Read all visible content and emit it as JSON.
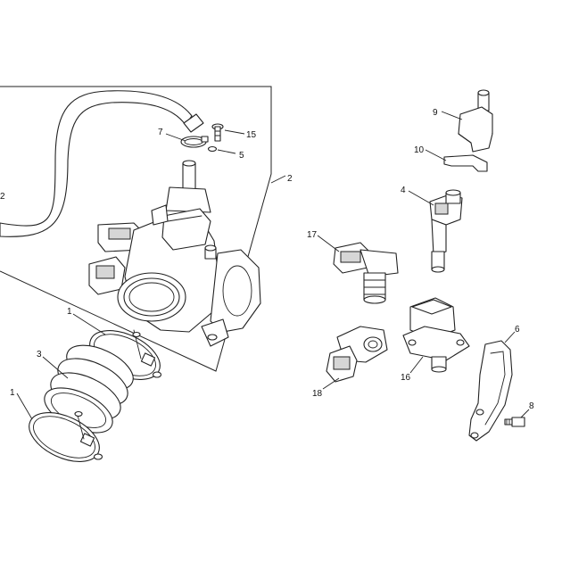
{
  "callouts": {
    "c1a": "1",
    "c1b": "1",
    "c2": "2",
    "c2_edge": "2",
    "c3": "3",
    "c4": "4",
    "c5": "5",
    "c6": "6",
    "c7": "7",
    "c8": "8",
    "c9": "9",
    "c10": "10",
    "c15": "15",
    "c16": "16",
    "c17": "17",
    "c18": "18"
  }
}
